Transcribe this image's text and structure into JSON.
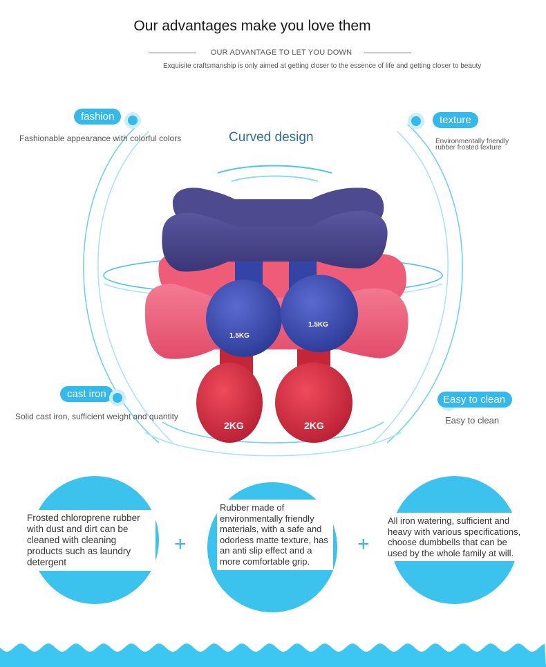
{
  "header": {
    "title": "Our advantages make you love them",
    "subtitle": "OUR ADVANTAGE TO LET YOU DOWN",
    "tagline": "Exquisite craftsmanship is only aimed at getting closer to the essence of life and getting closer to beauty"
  },
  "features": {
    "fashion": {
      "label": "fashion",
      "text": "Fashionable appearance with colorful colors"
    },
    "texture": {
      "label": "texture",
      "text": "Environmentally friendly rubber frosted texture"
    },
    "cast_iron": {
      "label": "cast iron",
      "text": "Solid cast iron, sufficient weight and quantity"
    },
    "easy_clean": {
      "label": "Easy to clean",
      "text": "Easy to clean"
    }
  },
  "center_label": "Curved design",
  "product": {
    "weights": [
      "1.5KG",
      "1.5KG",
      "2KG",
      "2KG"
    ],
    "colors": {
      "purple": "#4b4788",
      "pink": "#f0627f",
      "blue": "#3f4fb4",
      "red": "#da2e44"
    }
  },
  "cards": [
    {
      "text": "Frosted chloroprene rubber with dust and dirt can be cleaned with cleaning products such as laundry detergent"
    },
    {
      "text": "Rubber made of environmentally friendly materials, with a safe and odorless matte texture, has an anti slip effect and a more comfortable grip."
    },
    {
      "text": "All iron watering, sufficient and heavy with various specifications, choose dumbbells that can be used by the whole family at will."
    }
  ],
  "plus_symbols": [
    "+",
    "+"
  ],
  "colors": {
    "accent": "#33b9ec",
    "wave": "#3bc7f2"
  }
}
